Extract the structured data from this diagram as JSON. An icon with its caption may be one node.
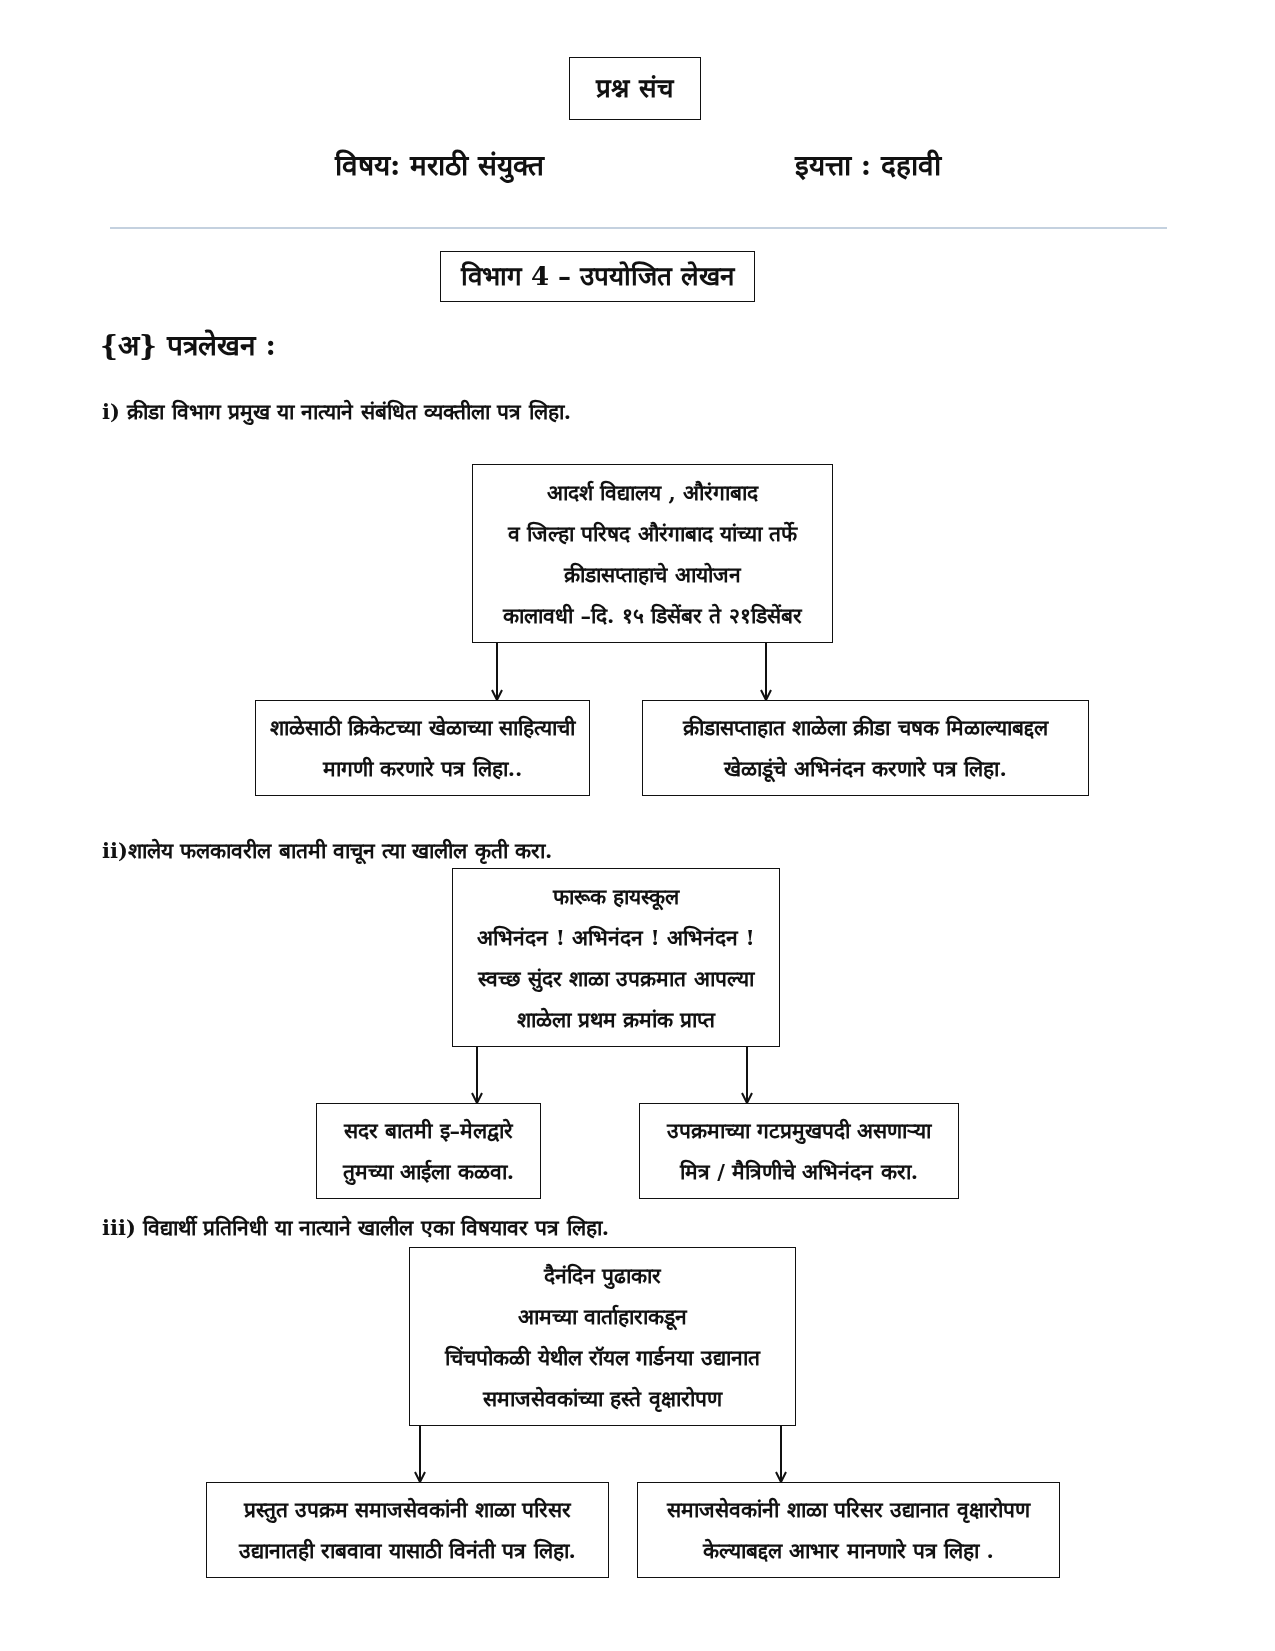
{
  "diagram": {
    "nodes": [
      {
        "text": [
          "प्रश्न संच"
        ]
      },
      {
        "text": [
          "विभाग 4 – उपयोजित लेखन"
        ]
      },
      {
        "text": [
          "आदर्श विद्यालय , औरंगाबाद",
          "व जिल्हा परिषद औरंगाबाद यांच्या तर्फे",
          "क्रीडासप्ताहाचे आयोजन",
          "कालावधी –दि. १५ डिसेंबर ते २१डिसेंबर"
        ]
      },
      {
        "text": [
          "शाळेसाठी क्रिकेटच्या खेळाच्या साहित्याची मागणी करणारे पत्र लिहा.."
        ]
      },
      {
        "text": [
          "क्रीडासप्ताहात शाळेला क्रीडा चषक मिळाल्याबद्दल खेळाडूंचे अभिनंदन करणारे पत्र लिहा."
        ]
      },
      {
        "text": [
          "फारूक हायस्कूल",
          "अभिनंदन ! अभिनंदन ! अभिनंदन !",
          "स्वच्छ सुंदर शाळा उपक्रमात आपल्या शाळेला प्रथम क्रमांक प्राप्त"
        ]
      },
      {
        "text": [
          "सदर बातमी इ–मेलद्वारे तुमच्या आईला कळवा."
        ]
      },
      {
        "text": [
          "उपक्रमाच्या गटप्रमुखपदी असणाऱ्या मित्र / मैत्रिणीचे अभिनंदन करा."
        ]
      },
      {
        "text": [
          "दैनंदिन पुढाकार",
          "आमच्या वार्ताहाराकडून",
          "चिंचपोकळी येथील रॉयल गार्डनया उद्यानात समाजसेवकांच्या हस्ते वृक्षारोपण"
        ]
      },
      {
        "text": [
          "प्रस्तुत उपक्रम समाजसेवकांनी शाळा परिसर उद्यानातही राबवावा यासाठी विनंती पत्र लिहा."
        ]
      },
      {
        "text": [
          "समाजसेवकांनी शाळा परिसर उद्यानात वृक्षारोपण केल्याबद्दल आभार मानणारे पत्र लिहा ."
        ]
      }
    ],
    "edges": [
      {
        "from": 2,
        "to": 3,
        "arrow": "to"
      },
      {
        "from": 2,
        "to": 4,
        "arrow": "to"
      },
      {
        "from": 5,
        "to": 6,
        "arrow": "to"
      },
      {
        "from": 5,
        "to": 7,
        "arrow": "to"
      },
      {
        "from": 8,
        "to": 9,
        "arrow": "to"
      },
      {
        "from": 8,
        "to": 10,
        "arrow": "to"
      }
    ],
    "labels": [
      "विषय: मराठी संयुक्त",
      "इयत्ता : दहावी",
      "{अ} पत्रलेखन :",
      "i) क्रीडा विभाग प्रमुख या नात्याने संबंधित व्यक्तीला पत्र लिहा.",
      "ii)शालेय फलकावरील बातमी वाचून त्या खालील कृती करा.",
      "iii) विद्यार्थी प्रतिनिधी या नात्याने खालील एका विषयावर पत्र लिहा."
    ]
  }
}
